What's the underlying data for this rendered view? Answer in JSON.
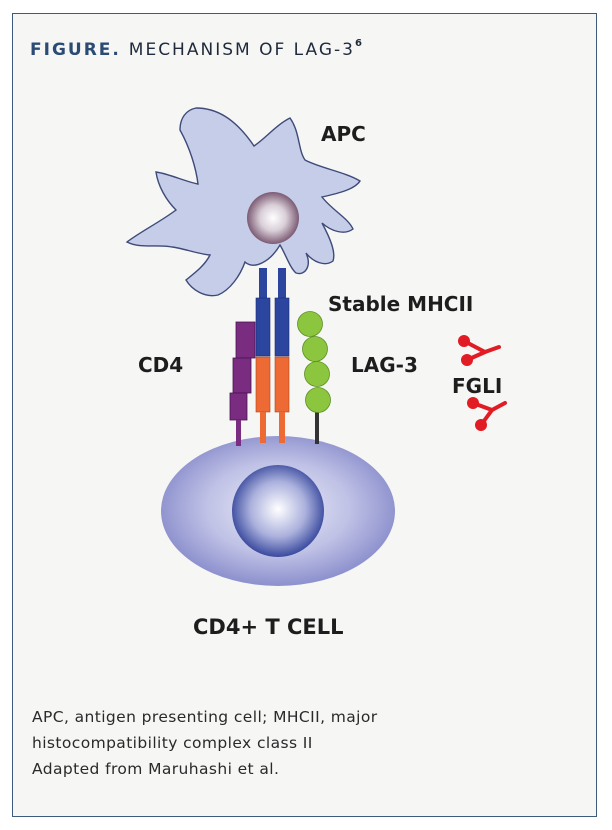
{
  "figure": {
    "label": "FIGURE.",
    "title": "MECHANISM OF LAG-3",
    "superscript": "6"
  },
  "labels": {
    "apc": "APC",
    "stable_mhcii": "Stable MHCII",
    "cd4": "CD4",
    "lag3": "LAG-3",
    "fgl1": "FGLI",
    "t_cell": "CD4+ T CELL"
  },
  "caption": {
    "line1": "APC, antigen presenting cell; MHCII, major",
    "line2": "histocompatibility complex class II",
    "line3": "Adapted from Maruhashi et al."
  },
  "colors": {
    "frame_border": "#3e5b7c",
    "frame_fill": "#f6f6f5",
    "title_label": "#2b4b74",
    "apc_fill": "#c5cde9",
    "t_cell_fill": "#8f93cf",
    "cd4_purple": "#7a2d80",
    "mhcii_blue": "#2c46a0",
    "tcr_orange": "#ee6a34",
    "lag3_green": "#8cc63f",
    "fgl1_red": "#e21c24"
  }
}
